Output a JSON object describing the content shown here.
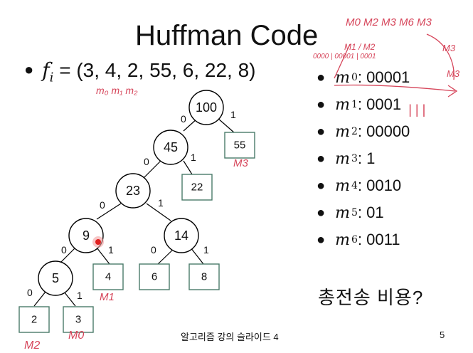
{
  "slide": {
    "title": "Huffman Code",
    "freq_lhs": "f",
    "freq_sub": "i",
    "freq_rhs": "= (3, 4, 2, 55, 6, 22, 8)",
    "footer": "알고리즘 강의 슬라이드 4",
    "page_number": "5",
    "question": "총전송 비용?"
  },
  "codes": [
    {
      "sym": "m",
      "sub": "0",
      "code": ": 00001"
    },
    {
      "sym": "m",
      "sub": "1",
      "code": ": 0001"
    },
    {
      "sym": "m",
      "sub": "2",
      "code": ": 00000"
    },
    {
      "sym": "m",
      "sub": "3",
      "code": ": 1"
    },
    {
      "sym": "m",
      "sub": "4",
      "code": ": 0010"
    },
    {
      "sym": "m",
      "sub": "5",
      "code": ": 01"
    },
    {
      "sym": "m",
      "sub": "6",
      "code": ": 0011"
    }
  ],
  "tree": {
    "internal": [
      "100",
      "45",
      "23",
      "9",
      "14",
      "5"
    ],
    "leaves": [
      "55",
      "22",
      "4",
      "6",
      "8",
      "2",
      "3"
    ],
    "edge_labels": [
      "0",
      "1",
      "0",
      "1",
      "0",
      "1",
      "0",
      "1",
      "0",
      "1",
      "0",
      "1"
    ]
  },
  "annotations": {
    "under_freq": "m₀ m₁ m₂",
    "leaf_55": "M3",
    "leaf_4": "M1",
    "leaf_2": "M2",
    "leaf_3": "M0",
    "top_row": "M0 M2 M3 M6 M3",
    "top_row2": "M1 / M2",
    "codes_scribble": "0000 | 00001 | 0001",
    "right_m3": "M3",
    "right_m3b": "M3",
    "tallies": "| | |"
  },
  "colors": {
    "text": "#111111",
    "handwriting": "#d6455a",
    "cursor": "#e02020",
    "node_stroke": "#000000",
    "leaf_stroke": "#4a7a6a"
  }
}
